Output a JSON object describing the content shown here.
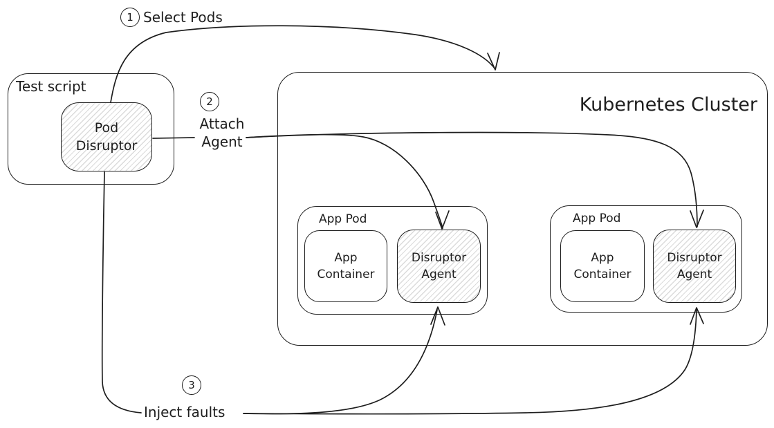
{
  "annotations": {
    "step1": {
      "number": "1",
      "label": "Select Pods"
    },
    "step2": {
      "number": "2",
      "line1": "Attach",
      "line2": "Agent"
    },
    "step3": {
      "number": "3",
      "label": "Inject faults"
    }
  },
  "test_script": {
    "label": "Test script",
    "pod_disruptor": {
      "line1": "Pod",
      "line2": "Disruptor"
    }
  },
  "cluster": {
    "label": "Kubernetes Cluster",
    "pods": [
      {
        "label": "App Pod",
        "container_line1": "App",
        "container_line2": "Container",
        "agent_line1": "Disruptor",
        "agent_line2": "Agent"
      },
      {
        "label": "App Pod",
        "container_line1": "App",
        "container_line2": "Container",
        "agent_line1": "Disruptor",
        "agent_line2": "Agent"
      }
    ]
  },
  "colors": {
    "stroke": "#1e1e1e",
    "hatch": "#c9c9c9",
    "background": "#ffffff"
  }
}
